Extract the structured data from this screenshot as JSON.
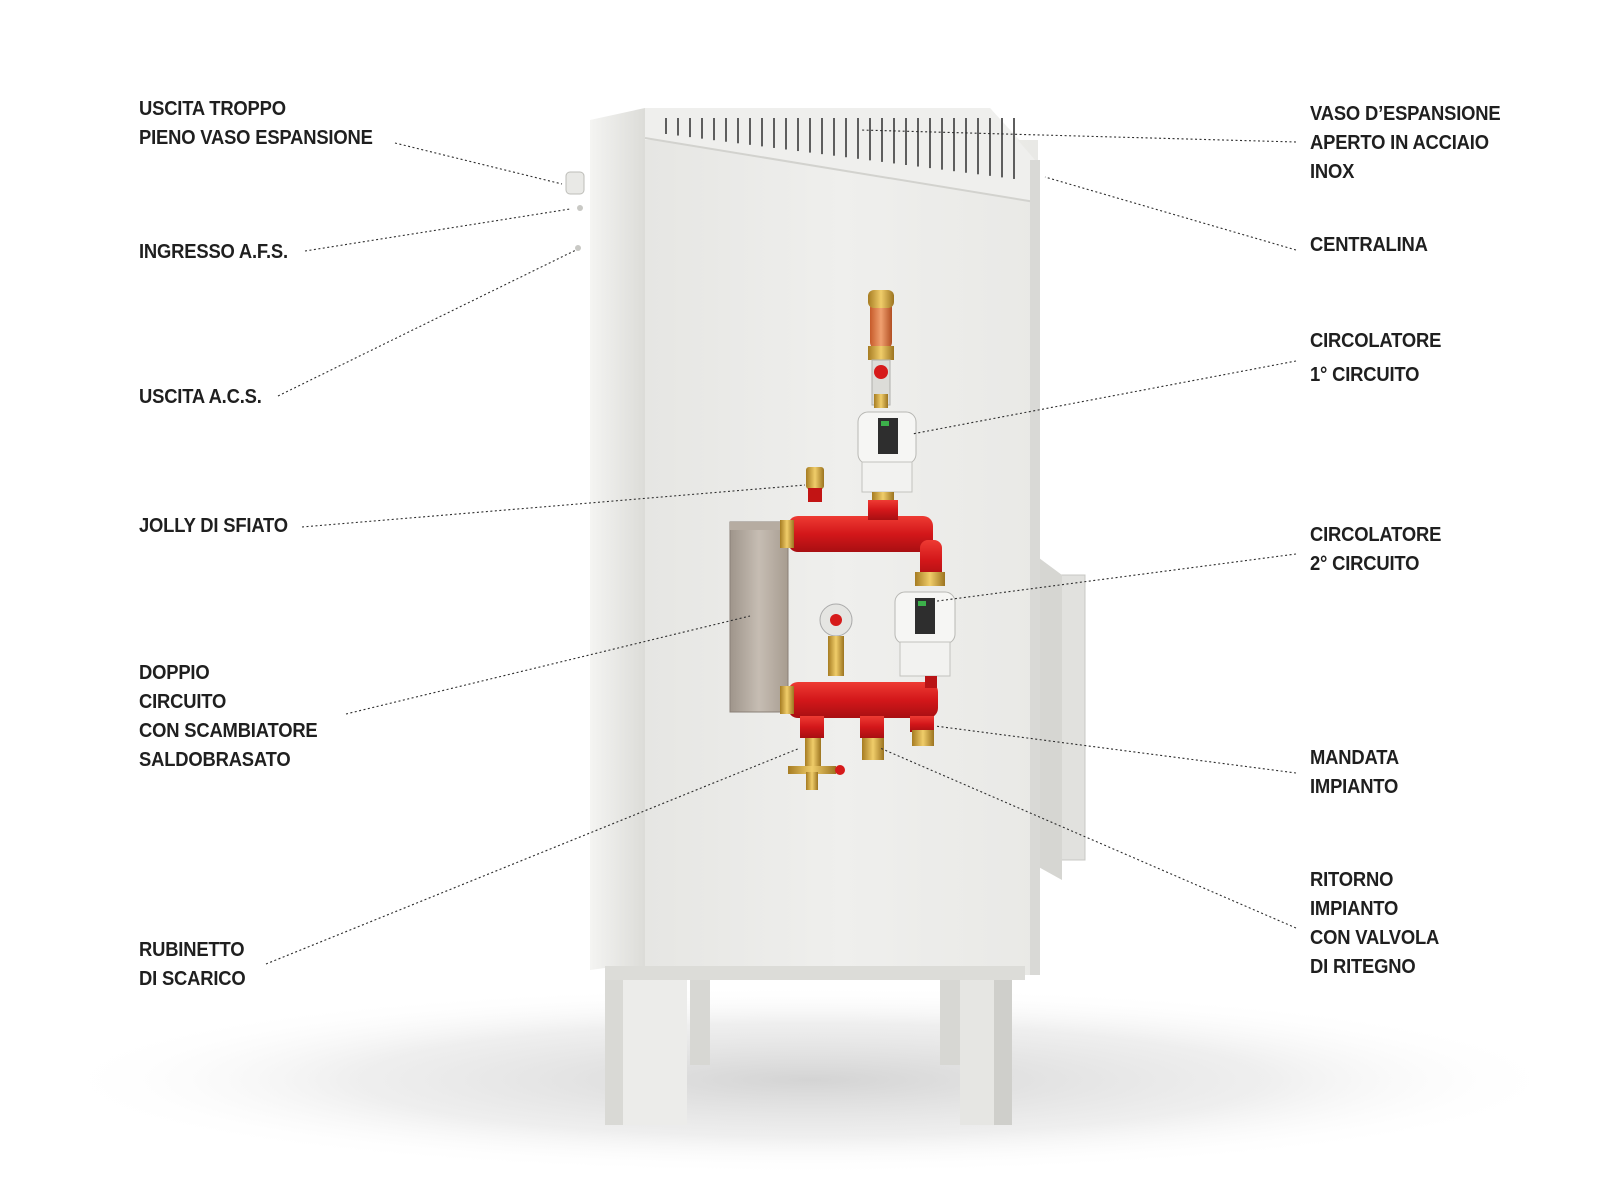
{
  "labels": {
    "uscita_troppo_pieno": [
      "USCITA TROPPO",
      "PIENO VASO ESPANSIONE"
    ],
    "ingresso_afs": [
      "INGRESSO A.F.S."
    ],
    "uscita_acs": [
      "USCITA A.C.S."
    ],
    "jolly_sfiato": [
      "JOLLY DI SFIATO"
    ],
    "doppio_circuito": [
      "DOPPIO",
      "CIRCUITO",
      "CON SCAMBIATORE",
      "SALDOBRASATO"
    ],
    "rubinetto_scarico": [
      "RUBINETTO",
      "DI SCARICO"
    ],
    "vaso_espansione": [
      "VASO D’ESPANSIONE",
      "APERTO IN ACCIAIO",
      "INOX"
    ],
    "centralina": [
      "CENTRALINA"
    ],
    "circolatore_1": [
      "CIRCOLATORE",
      "1° CIRCUITO"
    ],
    "circolatore_2": [
      "CIRCOLATORE",
      "2° CIRCUITO"
    ],
    "mandata_impianto": [
      "MANDATA",
      "IMPIANTO"
    ],
    "ritorno_impianto": [
      "RITORNO",
      "IMPIANTO",
      "CON VALVOLA",
      "DI RITEGNO"
    ]
  },
  "colors": {
    "cabinet": "#ededeb",
    "pipe_red": "#d11a1a",
    "brass": "#c9a13b",
    "leader_line": "#333333"
  }
}
